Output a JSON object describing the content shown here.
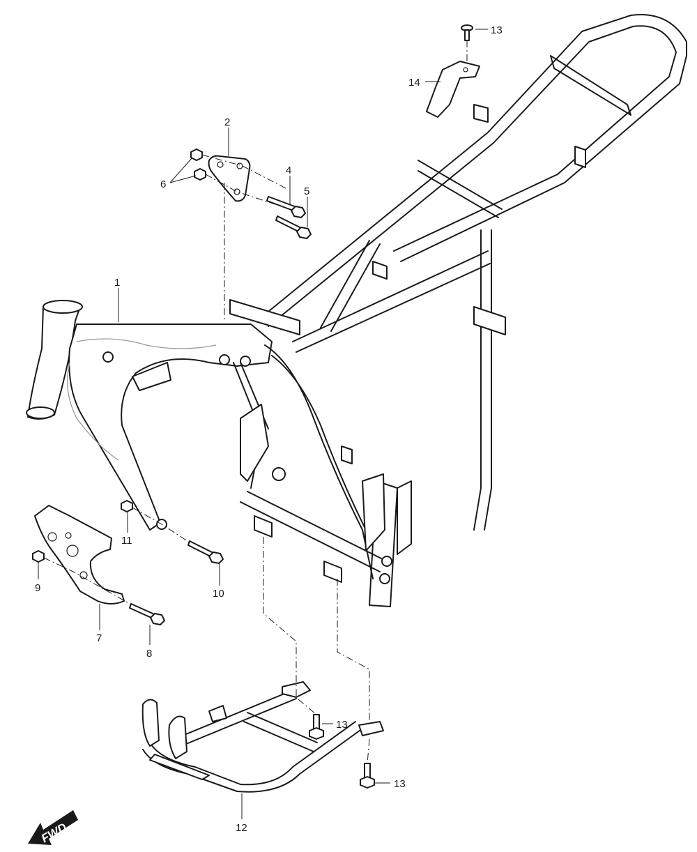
{
  "callouts": {
    "c1": "1",
    "c2": "2",
    "c4": "4",
    "c5": "5",
    "c6": "6",
    "c7": "7",
    "c8": "8",
    "c9": "9",
    "c10": "10",
    "c11": "11",
    "c12": "12",
    "c13_top": "13",
    "c13_mid": "13",
    "c13_bot": "13",
    "c14": "14"
  },
  "direction_badge": {
    "label": "FWD"
  },
  "colors": {
    "line": "#1a1a1a",
    "weld_seam": "#9a9a9a",
    "background": "#ffffff"
  }
}
